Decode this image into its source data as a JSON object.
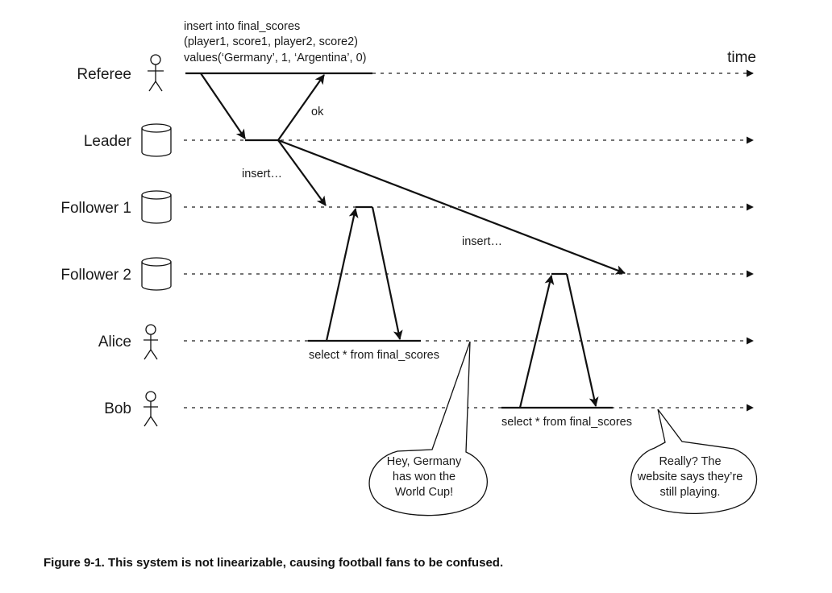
{
  "actors": [
    {
      "name": "Referee",
      "kind": "person-icon"
    },
    {
      "name": "Leader",
      "kind": "database-icon"
    },
    {
      "name": "Follower 1",
      "kind": "database-icon"
    },
    {
      "name": "Follower 2",
      "kind": "database-icon"
    },
    {
      "name": "Alice",
      "kind": "person-icon"
    },
    {
      "name": "Bob",
      "kind": "person-icon"
    }
  ],
  "time_label": "time",
  "messages": {
    "sql_insert_line1": "insert into final_scores",
    "sql_insert_line2": "(player1, score1, player2, score2)",
    "sql_insert_line3": "values(‘Germany’, 1, ‘Argentina’, 0)",
    "ok": "ok",
    "insert_follower1": "insert…",
    "insert_follower2": "insert…",
    "alice_query": "select * from final_scores",
    "bob_query": "select * from final_scores"
  },
  "bubbles": {
    "alice": [
      "Hey, Germany",
      "has won the",
      "World Cup!"
    ],
    "bob": [
      "Really? The",
      "website says they’re",
      "still playing."
    ]
  },
  "caption": "Figure 9-1. This system is not linearizable, causing football fans to be confused."
}
